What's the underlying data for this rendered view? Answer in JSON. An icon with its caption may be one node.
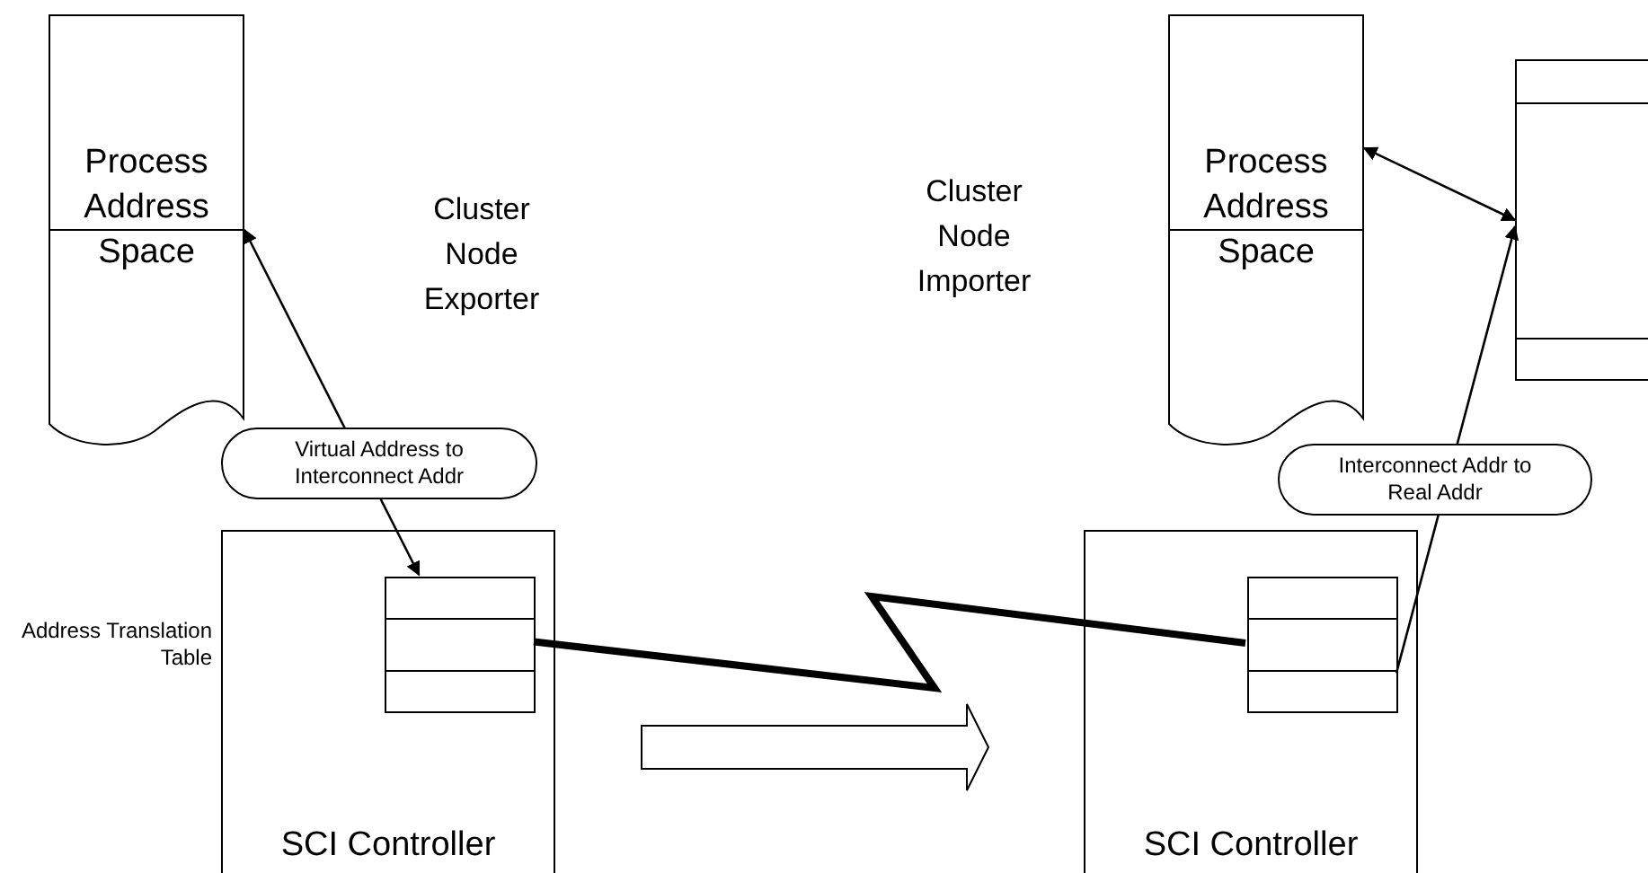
{
  "diagram": {
    "nodes": [
      {
        "text": [
          "Process Address Space"
        ]
      },
      {
        "text": [
          "SCI Controller"
        ]
      },
      {
        "text": [],
        "shape": "box",
        "in": 1
      },
      {
        "text": [
          "Process Address Space"
        ]
      },
      {
        "text": [
          "SCI Controller"
        ]
      },
      {
        "text": [],
        "shape": "box",
        "in": 4
      },
      {
        "text": [],
        "shape": "box"
      }
    ],
    "edges": [
      {
        "from": 2,
        "to": 0,
        "arrow": "both",
        "label": "Virtual Address to Interconnect Addr"
      },
      {
        "from": 5,
        "to": 6,
        "arrow": "to",
        "label": "Interconnect Addr to Real Addr"
      },
      {
        "from": 3,
        "to": 6,
        "arrow": "both"
      },
      {
        "from": 2,
        "to": 5,
        "arrow": "none",
        "style": "thick"
      },
      {
        "from": 1,
        "to": 4,
        "arrow": "to"
      }
    ],
    "labels": [
      "Cluster Node Exporter",
      "Cluster Node Importer",
      "Address Translation Table"
    ]
  }
}
